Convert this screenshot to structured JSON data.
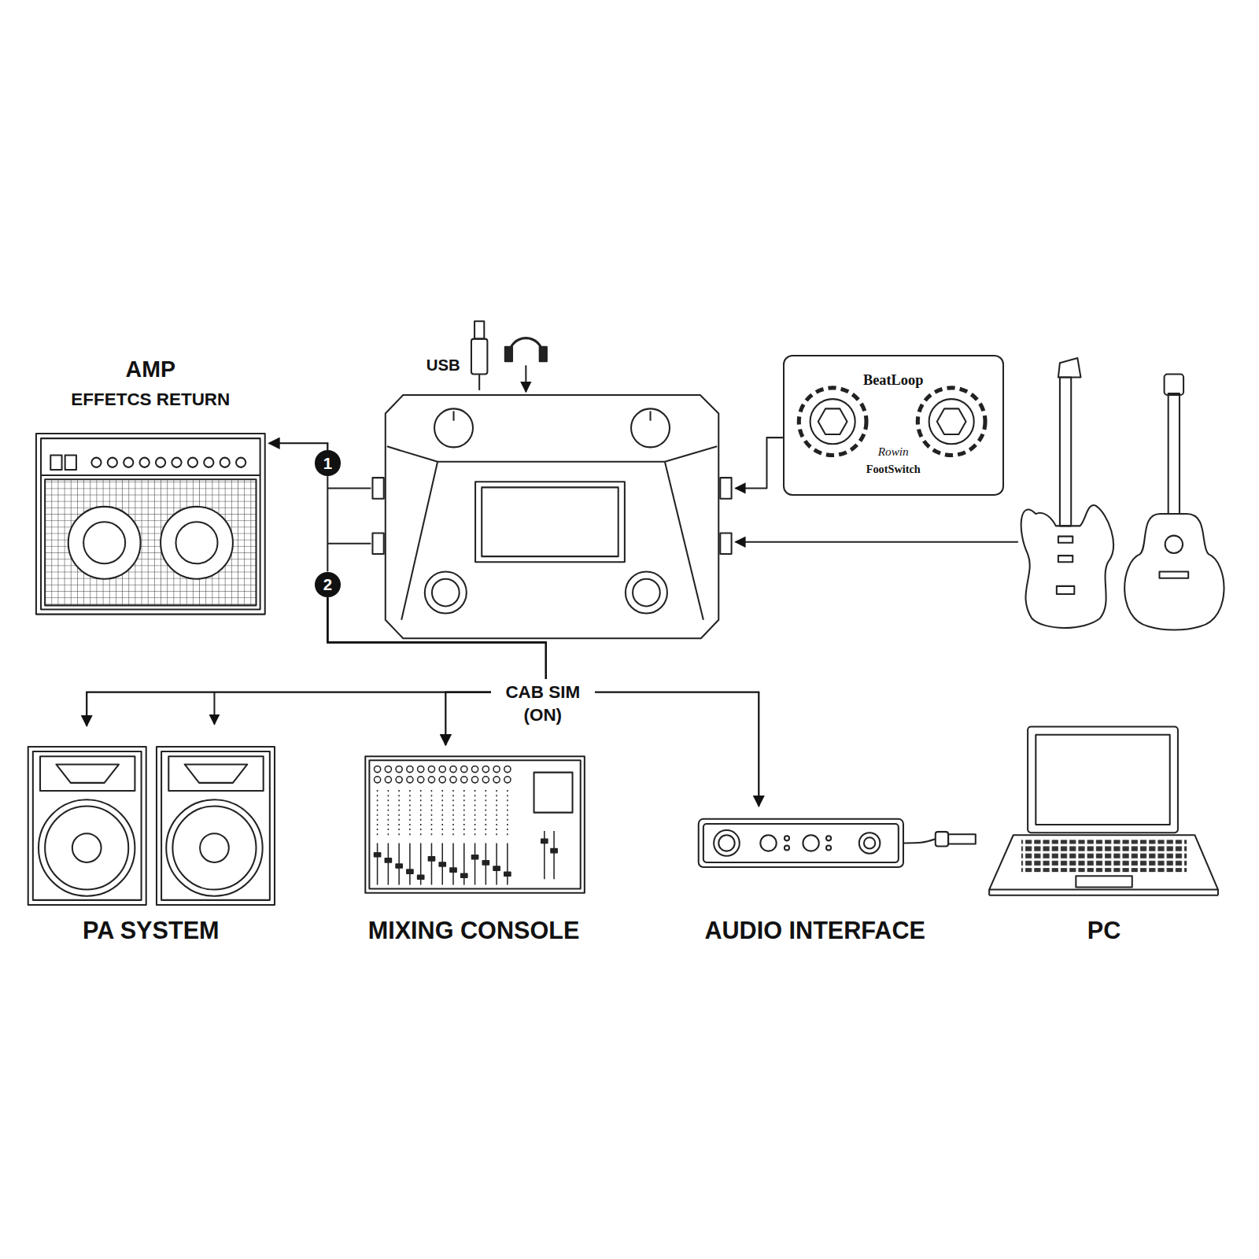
{
  "diagram": {
    "nodes": [
      {
        "text": [
          "AMP",
          "EFFETCS RETURN"
        ]
      },
      {
        "text": [
          "1"
        ]
      },
      {
        "text": [
          "BeatLoop",
          "Rowin",
          "FootSwitch"
        ]
      },
      {
        "text": [
          "2"
        ]
      },
      {
        "text": [
          "PA SYSTEM"
        ]
      },
      {
        "text": [
          "MIXING CONSOLE"
        ]
      },
      {
        "text": [
          "AUDIO INTERFACE"
        ]
      },
      {
        "text": [
          "PC"
        ]
      }
    ],
    "edges": [
      {
        "from": 1,
        "to": 0,
        "arrow": "to"
      },
      {
        "from": 3,
        "to": 4,
        "arrow": "to"
      },
      {
        "from": 3,
        "to": 5,
        "label": "CAB SIM (ON)",
        "arrow": "to"
      },
      {
        "from": 3,
        "to": 6,
        "arrow": "to"
      }
    ],
    "labels": [
      "USB"
    ]
  }
}
